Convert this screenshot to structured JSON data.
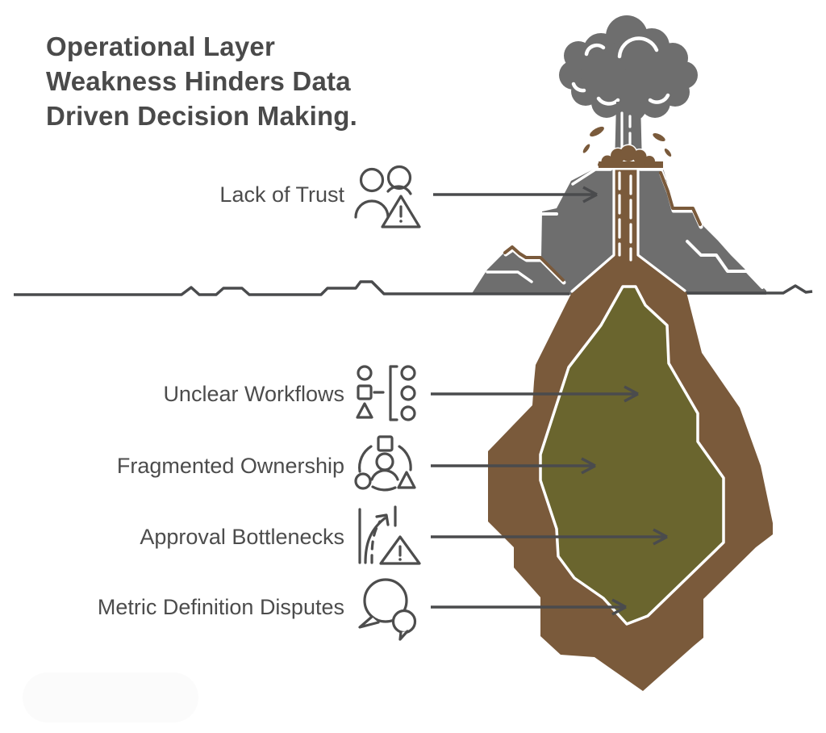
{
  "title": {
    "text": "Operational Layer\nWeakness Hinders Data\nDriven Decision Making."
  },
  "diagram": {
    "scene": {
      "above_ground": "erupting-volcano-with-smoke-cloud",
      "below_ground": "magma-chamber"
    },
    "items": [
      {
        "label": "Lack of Trust",
        "icon": "people-warning-icon",
        "zone": "volcano-slope"
      },
      {
        "label": "Unclear Workflows",
        "icon": "shape-sorting-icon",
        "zone": "magma-chamber"
      },
      {
        "label": "Fragmented Ownership",
        "icon": "person-shapes-icon",
        "zone": "magma-chamber"
      },
      {
        "label": "Approval Bottlenecks",
        "icon": "lane-merge-warning-icon",
        "zone": "magma-chamber"
      },
      {
        "label": "Metric Definition Disputes",
        "icon": "speech-bubbles-icon",
        "zone": "magma-chamber"
      }
    ],
    "colors": {
      "volcano_gray": "#6e6e6e",
      "magma_brown": "#7a5a3b",
      "magma_olive": "#6a652e",
      "line_dark": "#4a4b4d",
      "icon_gray": "#4d4d4d",
      "text_dark": "#4a4a4a"
    }
  }
}
